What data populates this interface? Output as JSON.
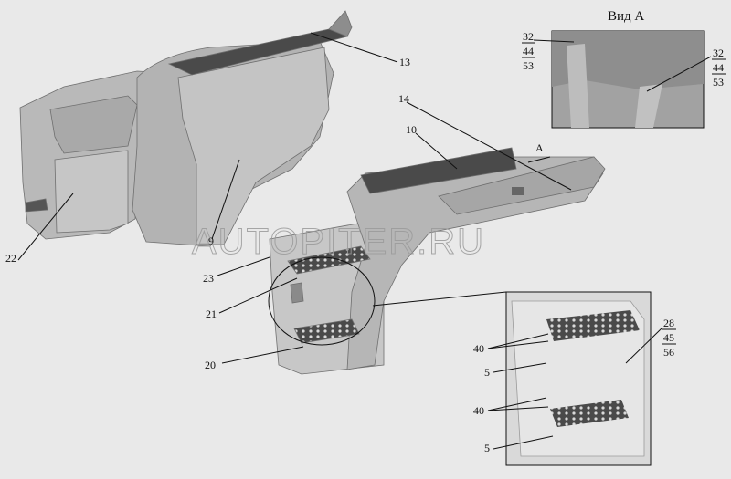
{
  "view_title": "Вид А",
  "arrow_label": "A",
  "watermark": "AUTOPITER.RU",
  "callouts": {
    "c13": "13",
    "c14": "14",
    "c10": "10",
    "c9": "9",
    "c22": "22",
    "c23": "23",
    "c21": "21",
    "c20": "20",
    "c40a": "40",
    "c5a": "5",
    "c40b": "40",
    "c5b": "5"
  },
  "stacks": {
    "view_left": [
      "32",
      "44",
      "53"
    ],
    "view_right": [
      "32",
      "44",
      "53"
    ],
    "detail": [
      "28",
      "45",
      "56"
    ]
  }
}
